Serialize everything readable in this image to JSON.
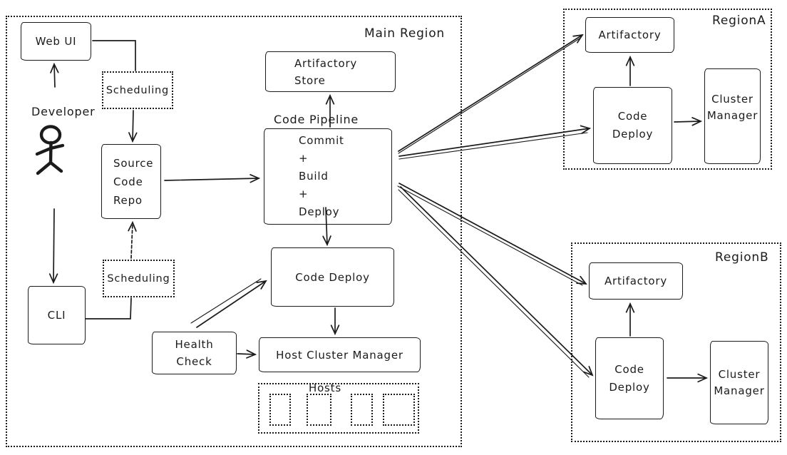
{
  "colors": {
    "ink": "#1b1b1b",
    "background": "#ffffff"
  },
  "regions": {
    "main": {
      "label": "Main Region"
    },
    "region_a": {
      "label": "RegionA"
    },
    "region_b": {
      "label": "RegionB"
    }
  },
  "nodes": {
    "web_ui": "Web UI",
    "scheduling_top": "Scheduling",
    "developer": "Developer",
    "source_code_repo": "Source\nCode\nRepo",
    "cli": "CLI",
    "scheduling_bottom": "Scheduling",
    "artifactory_store": "Artifactory\nStore",
    "code_pipeline_title": "Code Pipeline",
    "code_pipeline_steps": "Commit\n+\nBuild\n+\nDeploy",
    "code_deploy": "Code Deploy",
    "health_check": "Health\nCheck",
    "host_cluster_manager": "Host Cluster Manager",
    "hosts": "Hosts"
  },
  "region_a_nodes": {
    "artifactory": "Artifactory",
    "code_deploy": "Code\nDeploy",
    "cluster_manager": "Cluster\nManager"
  },
  "region_b_nodes": {
    "artifactory": "Artifactory",
    "code_deploy": "Code\nDeploy",
    "cluster_manager": "Cluster\nManager"
  },
  "edges": [
    {
      "from": "Web UI",
      "to": "Scheduling (top)"
    },
    {
      "from": "Developer",
      "to": "Web UI"
    },
    {
      "from": "Scheduling (top)",
      "to": "Source Code Repo"
    },
    {
      "from": "Developer",
      "to": "CLI"
    },
    {
      "from": "CLI",
      "to": "Scheduling (bottom)"
    },
    {
      "from": "Scheduling (bottom)",
      "to": "Source Code Repo"
    },
    {
      "from": "Source Code Repo",
      "to": "Code Pipeline"
    },
    {
      "from": "Code Pipeline",
      "to": "Artifactory Store"
    },
    {
      "from": "Code Pipeline",
      "to": "Code Deploy (Main Region)"
    },
    {
      "from": "Code Deploy (Main Region)",
      "to": "Host Cluster Manager"
    },
    {
      "from": "Health Check",
      "to": "Code Deploy (Main Region)"
    },
    {
      "from": "Health Check",
      "to": "Host Cluster Manager"
    },
    {
      "from": "Code Pipeline",
      "to": "Artifactory (RegionA)"
    },
    {
      "from": "Code Pipeline",
      "to": "Code Deploy (RegionA)"
    },
    {
      "from": "Code Pipeline",
      "to": "Artifactory (RegionB)"
    },
    {
      "from": "Code Pipeline",
      "to": "Code Deploy (RegionB)"
    },
    {
      "from": "Code Deploy (RegionA)",
      "to": "Artifactory (RegionA)"
    },
    {
      "from": "Code Deploy (RegionA)",
      "to": "Cluster Manager (RegionA)"
    },
    {
      "from": "Code Deploy (RegionB)",
      "to": "Artifactory (RegionB)"
    },
    {
      "from": "Code Deploy (RegionB)",
      "to": "Cluster Manager (RegionB)"
    }
  ]
}
